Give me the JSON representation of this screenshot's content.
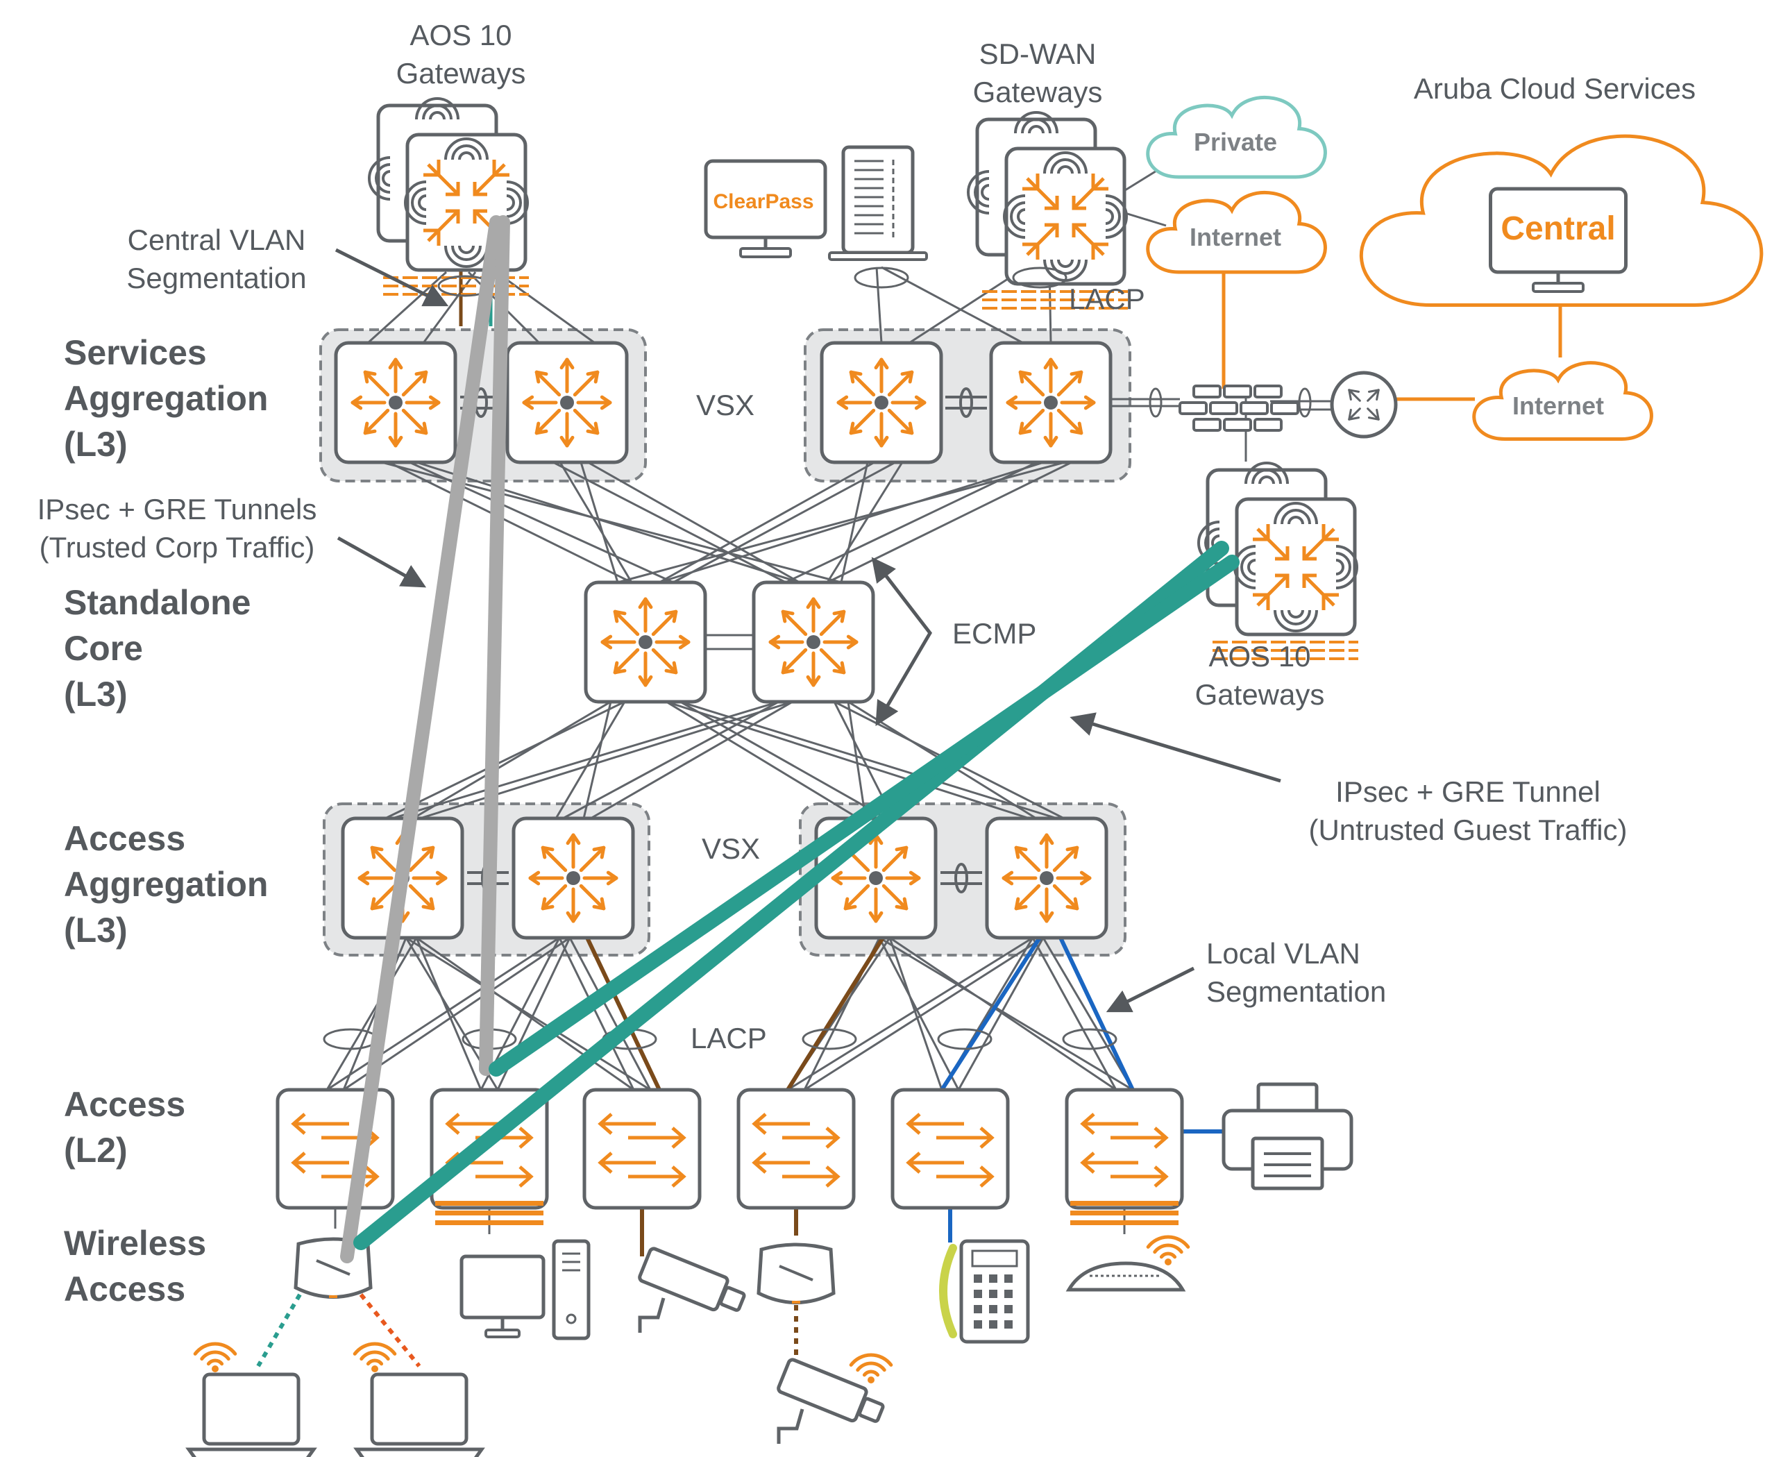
{
  "labels": {
    "aos_gw_top": [
      "AOS 10",
      "Gateways"
    ],
    "sdwan_gw": [
      "SD-WAN",
      "Gateways"
    ],
    "aruba_cloud": "Aruba Cloud Services",
    "central": "Central",
    "private": "Private",
    "internet_top": "Internet",
    "internet_right": "Internet",
    "clearpass": "ClearPass",
    "lacp_top": "LACP",
    "lacp_bottom": "LACP",
    "vsx_top": "VSX",
    "vsx_bottom": "VSX",
    "ecmp": "ECMP",
    "central_vlan": [
      "Central VLAN",
      "Segmentation"
    ],
    "ipsec_trusted": [
      "IPsec + GRE Tunnels",
      "(Trusted Corp Traffic)"
    ],
    "aos_gw_right": [
      "AOS 10",
      "Gateways"
    ],
    "ipsec_untrusted": [
      "IPsec + GRE Tunnel",
      "(Untrusted Guest Traffic)"
    ],
    "local_vlan": [
      "Local VLAN",
      "Segmentation"
    ]
  },
  "tiers": {
    "services": [
      "Services",
      "Aggregation",
      "(L3)"
    ],
    "core": [
      "Standalone",
      "Core",
      "(L3)"
    ],
    "access_agg": [
      "Access",
      "Aggregation",
      "(L3)"
    ],
    "access": [
      "Access",
      "(L2)"
    ],
    "wireless": [
      "Wireless",
      "Access"
    ]
  },
  "colors": {
    "orange": "#f08a1e",
    "gray_line": "#606469",
    "teal_tunnel": "#2a9d8f",
    "gray_tunnel": "#a9a9a9",
    "brown": "#7a4a1a",
    "blue": "#1a66c2",
    "private_cloud": "#7dc9c0"
  }
}
